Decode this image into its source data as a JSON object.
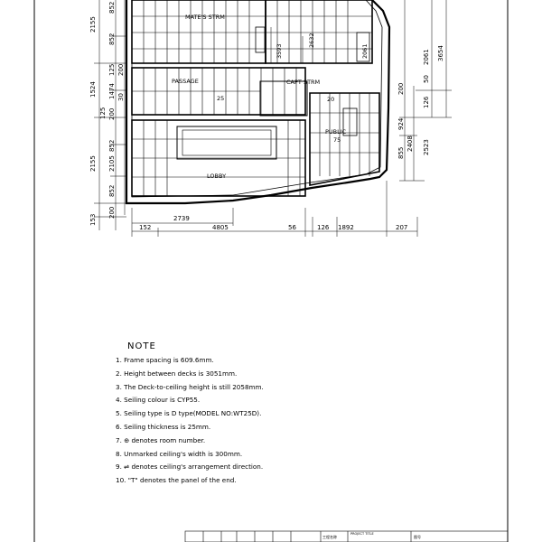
{
  "rooms": {
    "mates": "MATE'S STRM",
    "capt": "CAPT STRM",
    "passage": "PASSAGE",
    "lobby": "LOBBY",
    "public": "PUBLIC",
    "passage_tag": "25",
    "public_tag": "75",
    "capt_tag": "20"
  },
  "dims": {
    "left_outer": [
      "2155",
      "1524",
      "2155",
      "153"
    ],
    "left_inner": [
      "852",
      "852",
      "125",
      "125",
      "200",
      "1474",
      "30",
      "200",
      "852",
      "2105",
      "852",
      "200"
    ],
    "bottom_top": "2739",
    "bottom_lower": [
      "152",
      "4805",
      "56",
      "126",
      "1892",
      "207"
    ],
    "right_a": [
      "2061",
      "50",
      "126",
      "924",
      "855"
    ],
    "right_b": [
      "3654",
      "2408",
      "2523"
    ],
    "right_small": "200",
    "interior": [
      "2632",
      "3593",
      "2061"
    ]
  },
  "notes": {
    "title": "NOTE",
    "items": [
      "1. Frame spacing is 609.6mm.",
      "2. Height between decks is 3051mm.",
      "3. The Deck-to-ceiling height is still 2058mm.",
      "4. Seiling colour is CYP55.",
      "5. Seiling type is D type(MODEL NO:WT25D).",
      "6. Seiling thickness is 25mm.",
      "7. ⊕ denotes room number.",
      "8. Unmarked ceiling's width is 300mm.",
      "9. ⇌ denotes ceiling's arrangement direction.",
      "10. \"T\" denotes  the panel of the end."
    ]
  },
  "titleblock": {
    "cell1": "工程名称",
    "cell2": "PROJECT TITLE",
    "cell3": "图号"
  }
}
